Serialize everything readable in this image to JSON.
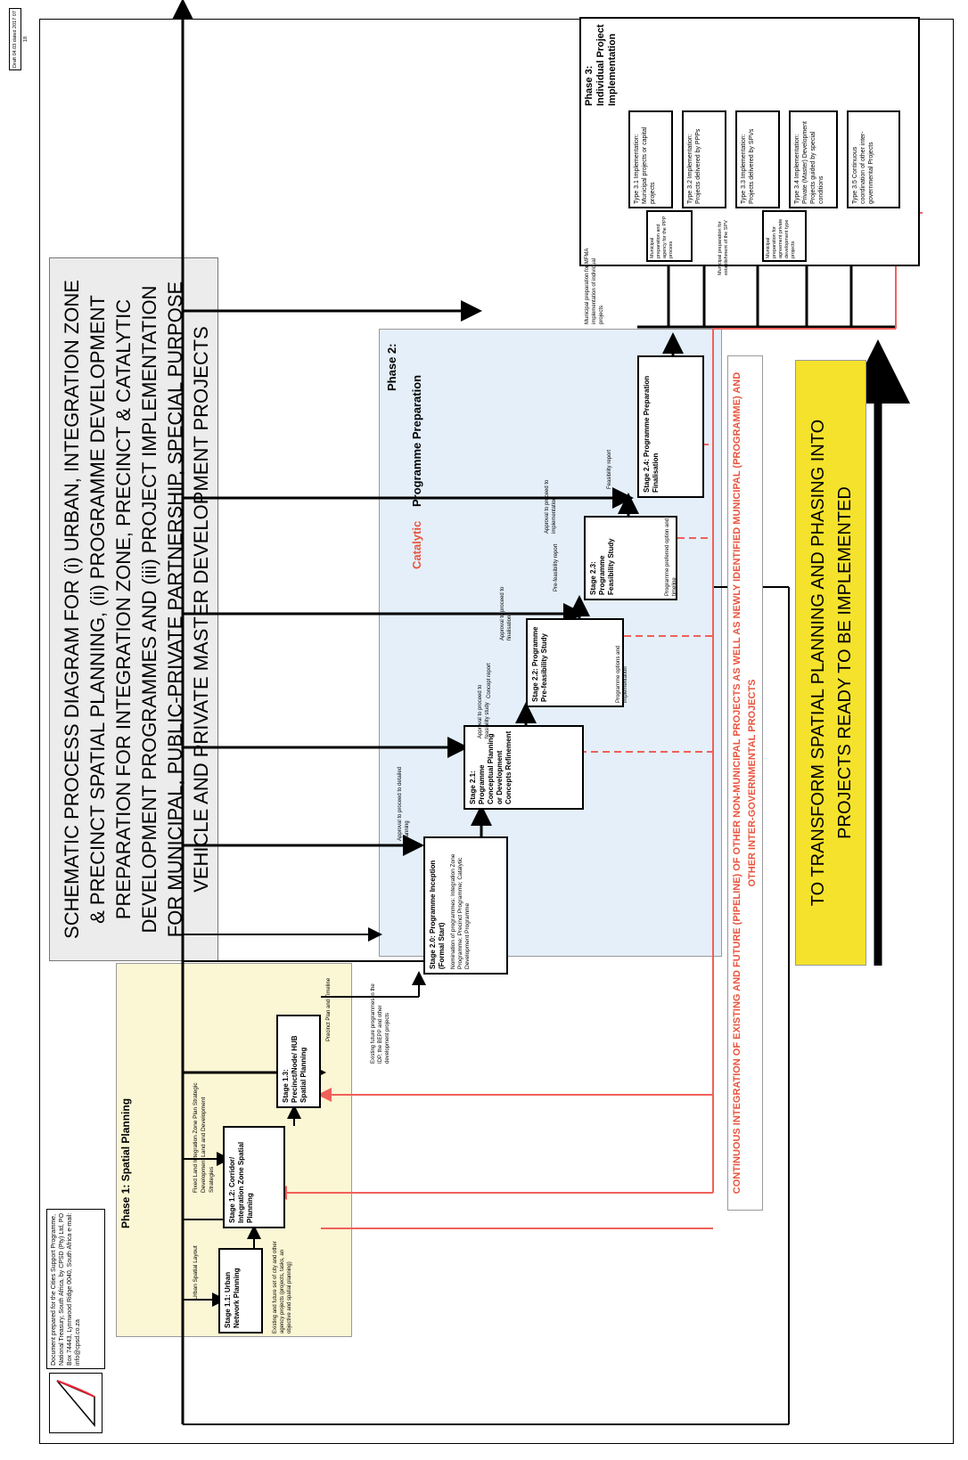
{
  "draft_stamp": "Draft 04.03 dated 2017 07 18",
  "document_note": "Document prepared for the Cities Support Programme, National Treasury, South Africa, by CPSD (Pty) Ltd, PO Box 74443, Lynnwood Ridge 0040, South Africa e-mail: info@cpsd.co.za",
  "title": "SCHEMATIC PROCESS DIAGRAM FOR (i) URBAN, INTEGRATION ZONE & PRECINCT SPATIAL PLANNING, (ii) PROGRAMME DEVELOPMENT PREPARATION FOR INTEGRATION ZONE, PRECINCT & CATALYTIC DEVELOPMENT PROGRAMMES AND (iii) PROJECT IMPLEMENTATION FOR MUNICIPAL, PUBLIC-PRIVATE PARTNERSHIP, SPECIAL PURPOSE VEHICLE AND PRIVATE MASTER DEVELOPMENT PROJECTS",
  "phase1": {
    "title": "Phase 1: Spatial Planning",
    "stage_1_1": "Stage 1.1: Urban Network Planning",
    "stage_1_2": "Stage 1.2: Corridor/ Integration Zone Spatial Planning",
    "stage_1_3": "Stage 1.3: Precinct/Node/ HUB Spatial Planning",
    "label_urban_spatial": "Urban Spatial Layout",
    "label_fixed_land": "Fixed Land Integration Zone Plan Strategic Development Land and Development Strategies",
    "label_existing_cities": "Existing and future set of city and other agency projects (projects, tasks, an objective and spatial planning)"
  },
  "phase2": {
    "title": "Phase 2:",
    "subtitle_orange": "Catalytic",
    "subtitle_black": "Programme Preparation",
    "stage_2_0": "Stage 2.0: Programme Inception (Formal Start)",
    "stage_2_0_notes": "Nomination of programmes: Integration Zone Programme; Precinct Programme; Catalytic Development Programme",
    "stage_2_1": "Stage 2.1: Programme Conceptual Planning or Development Concepts Refinement",
    "stage_2_2": "Stage 2.2: Programme Pre-feasibility Study",
    "stage_2_3": "Stage 2.3: Programme Feasibility Study",
    "stage_2_4": "Stage 2.4: Programme Preparation Finalisation",
    "note_2_1": "Approval to proceed to detailed planning",
    "note_2_2": "Approval to proceed to feasibility study",
    "note_2_3": "Approval to proceed to finalisation",
    "note_2_4": "Approval to proceed to implementation",
    "note_concept": "Concept report",
    "note_prefeas": "Pre-feasibility report",
    "note_feas": "Feasibility report",
    "note_prog_options": "Programme options and implementation",
    "note_prog_preferred": "Programme preferred option and timeline",
    "note_precinct_plan": "Precinct Plan and Timeline",
    "note_existing_future": "Existing future programmes in the IDP, the BEPP and other development projects"
  },
  "phase3": {
    "title": "Phase 3: Individual Project Implementation",
    "type_3_1": "Type 3.1 Implementation: Municipal projects or capital projects",
    "type_3_2": "Type 3.2 Implementation: Projects delivered by PPPs",
    "type_3_3": "Type 3.3 Implementation: Projects delivered by SPVs",
    "type_3_4": "Type 3.4 Implementation: Private (Master) Development Projects guided by special conditions",
    "type_3_5": "Type 3.5 Continuous coordination of other inter-governmental Projects",
    "label_a": "Municipal preparation for MFMA implementation of individual projects",
    "label_b": "Municipal preparation and agency for the PPP process",
    "label_c": "Municipal preparation for establishment of the SPV",
    "label_d": "Municipal preparation for agreement private development type projects"
  },
  "bottom_red_text": "CONTINUOUS INTEGRATION OF EXISTING AND FUTURE (PIPELINE) OF OTHER NON-MUNICIPAL PROJECTS AS WELL AS NEWLY IDENTIFIED MUNICIPAL (PROGRAMME) AND OTHER INTER-GOVERNMENTAL PROJECTS",
  "yellow_banner": "TO TRANSFORM SPATIAL PLANNING AND PHASING INTO PROJECTS READY TO BE IMPLEMENTED",
  "colors": {
    "phase1_bg": "#fbf6d4",
    "phase2_bg": "#e4eff9",
    "banner_yellow": "#f5e22c",
    "red_line": "#f0605a",
    "orange_text": "#e8553f",
    "title_bg": "#ececec"
  }
}
